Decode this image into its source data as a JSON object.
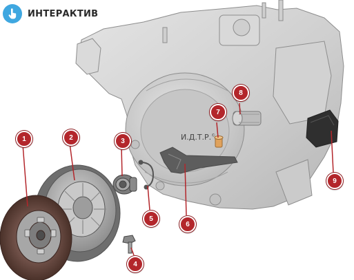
{
  "header": {
    "title": "ИНТЕРАКТИВ",
    "icon": "hand-pointer-icon",
    "accent": "#3fa7e0"
  },
  "watermark": {
    "text": "И.Д.Т.Р.",
    "mark": "©"
  },
  "marker_color": "#b3262b",
  "markers": [
    {
      "id": "1",
      "label": "1"
    },
    {
      "id": "2",
      "label": "2"
    },
    {
      "id": "3",
      "label": "3"
    },
    {
      "id": "4",
      "label": "4"
    },
    {
      "id": "5",
      "label": "5"
    },
    {
      "id": "6",
      "label": "6"
    },
    {
      "id": "7",
      "label": "7"
    },
    {
      "id": "8",
      "label": "8"
    },
    {
      "id": "9",
      "label": "9"
    }
  ]
}
